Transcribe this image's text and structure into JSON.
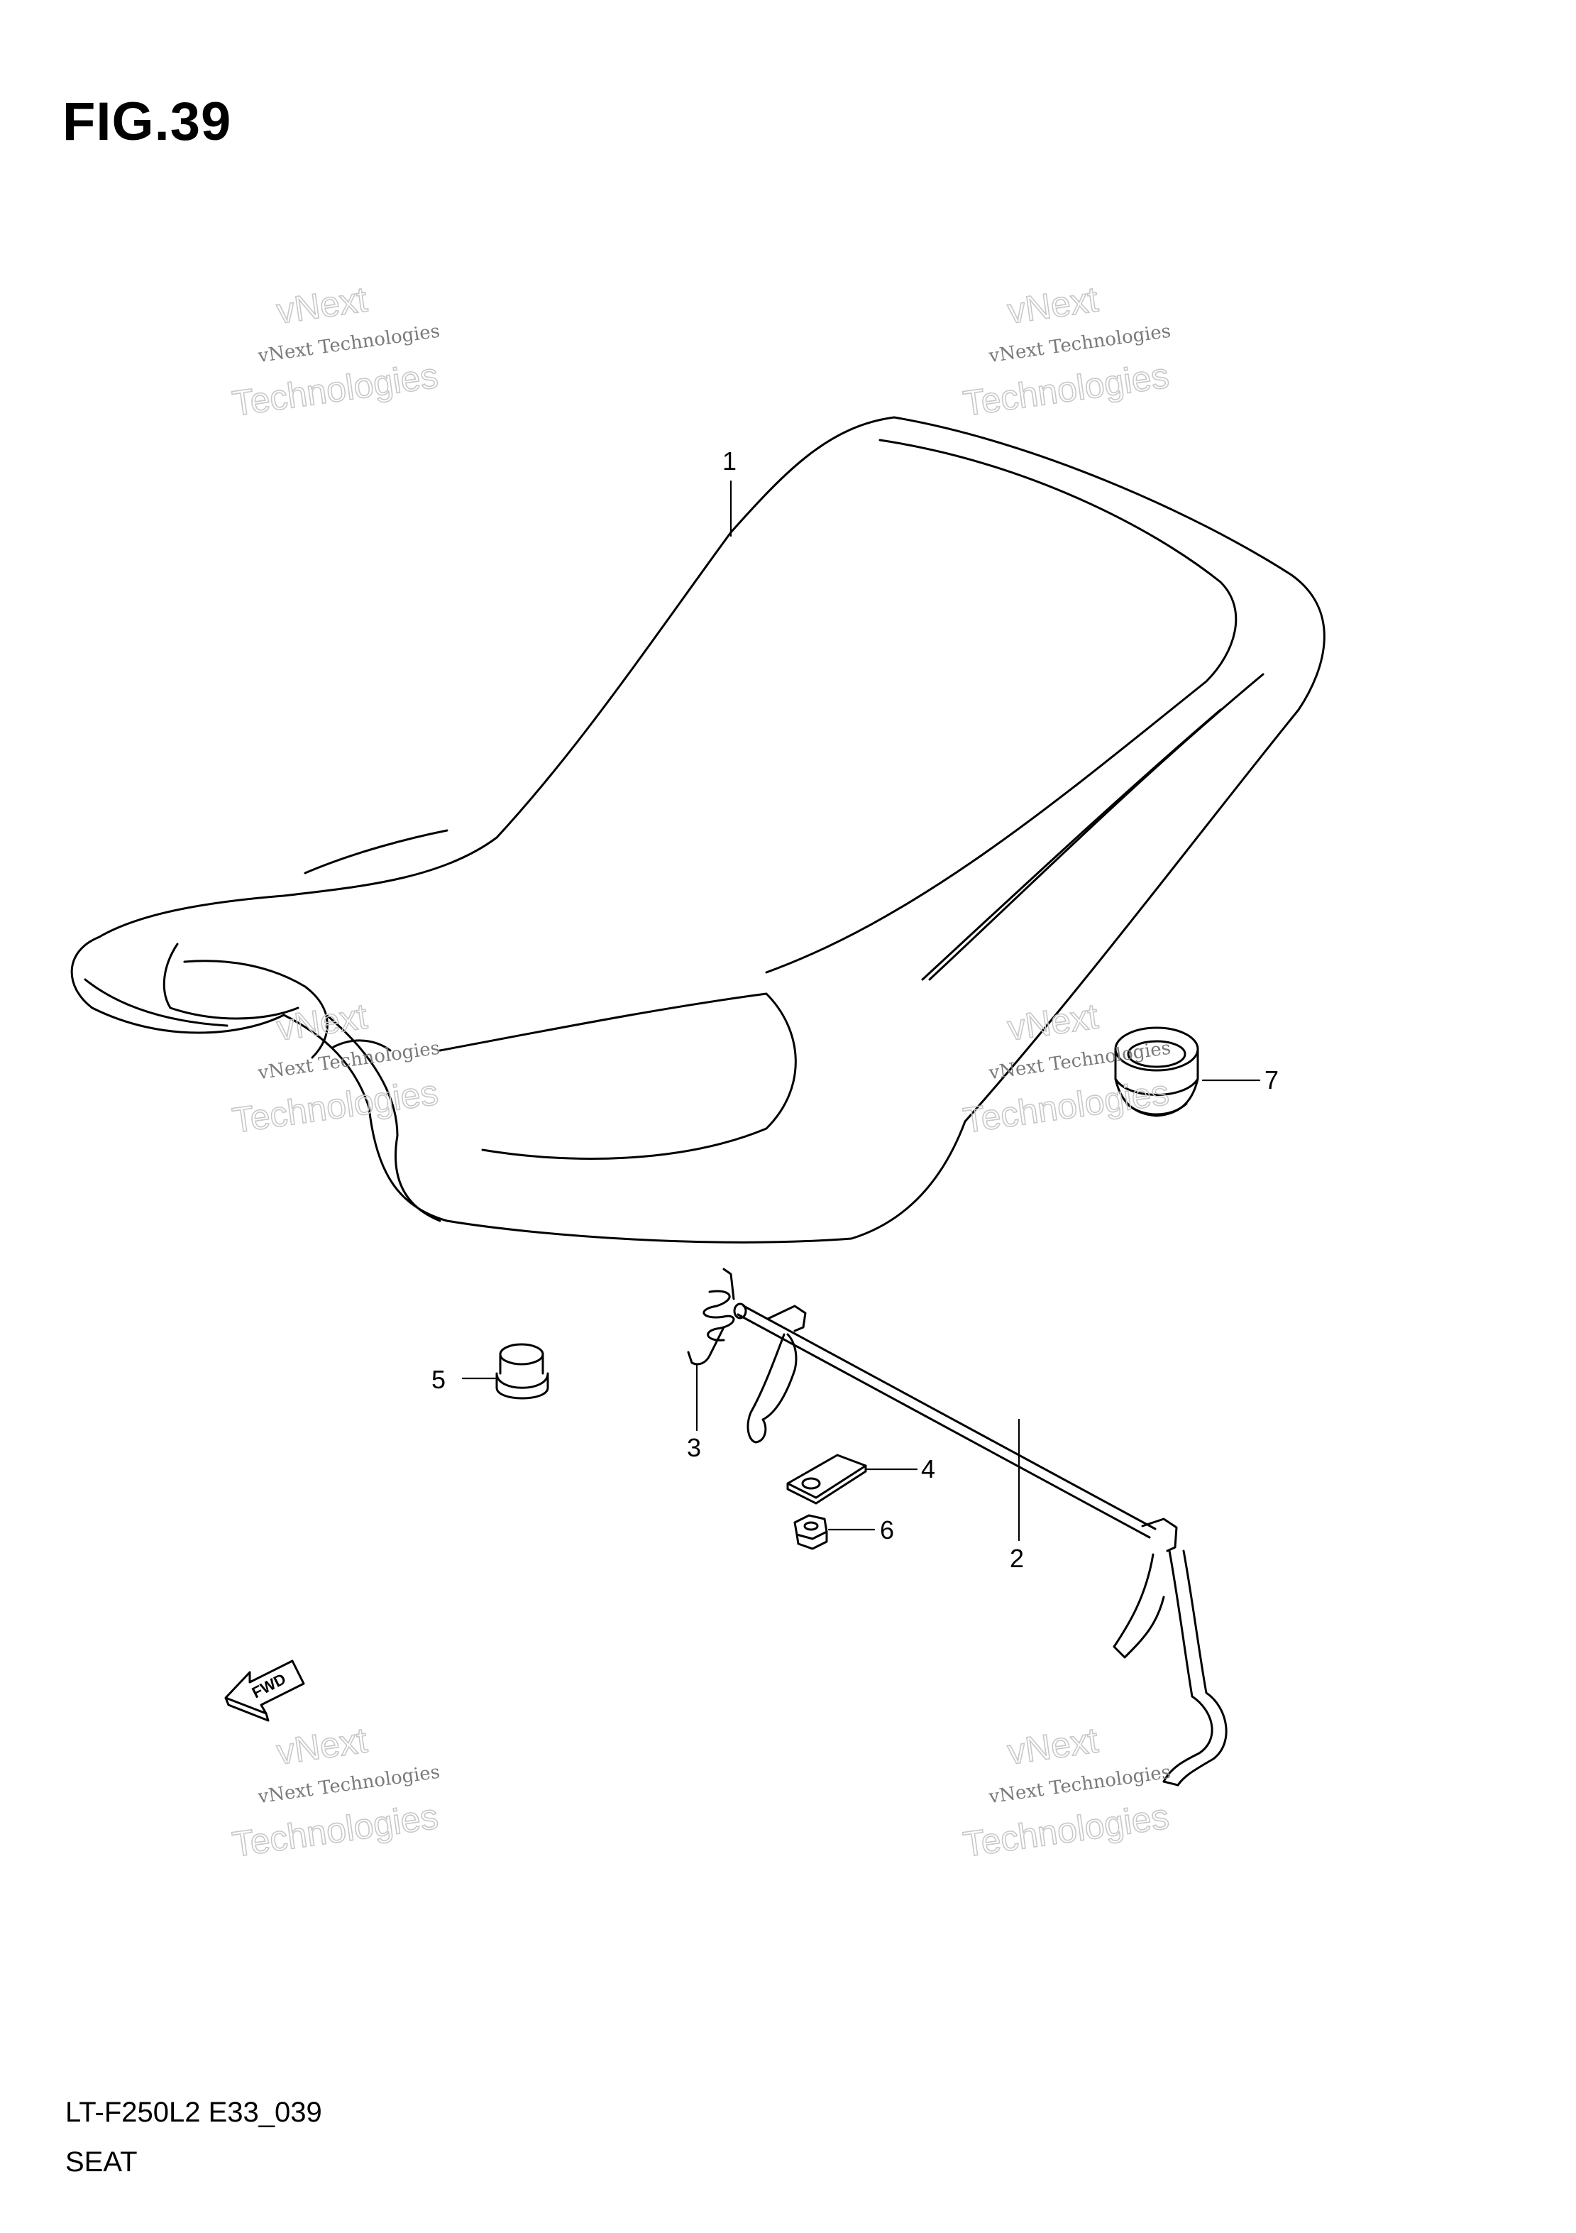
{
  "figure": {
    "title": "FIG.39",
    "model_code": "LT-F250L2 E33_039",
    "section": "SEAT"
  },
  "callouts": [
    "1",
    "2",
    "3",
    "4",
    "5",
    "6",
    "7"
  ],
  "direction_arrow": {
    "label": "FWD",
    "icon": "fwd-arrow-icon"
  },
  "watermark": {
    "line1": "vNext Technologies",
    "ghost_top": "vNext",
    "ghost_bottom": "Technologies"
  }
}
